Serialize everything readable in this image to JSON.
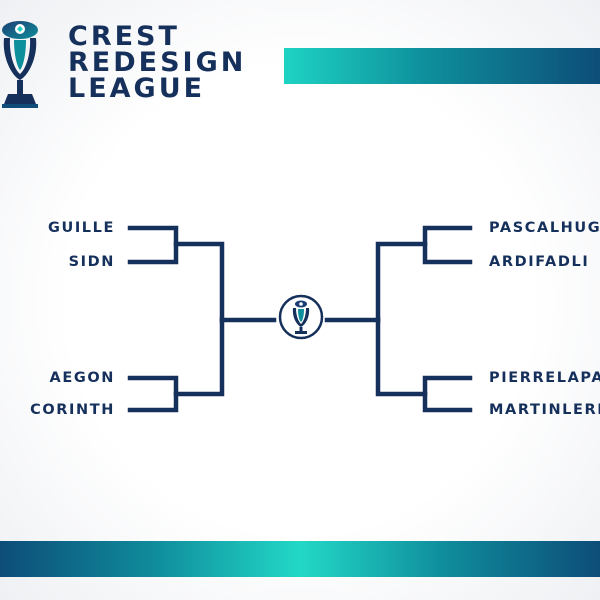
{
  "title": {
    "line1": "CREST",
    "line2": "REDESIGN",
    "line3": "LEAGUE"
  },
  "bracket": {
    "left": [
      "GUILLE",
      "SIDN",
      "AEGON",
      "CORINTH"
    ],
    "right": [
      "PASCALHUGE",
      "ARDIFADLI",
      "PIERRELAPALU",
      "MARTINLERIO"
    ]
  },
  "colors": {
    "navy": "#16305c",
    "teal": "#1ed3c3",
    "deep_blue": "#0d4d78"
  },
  "icons": {
    "logo": "trophy-icon",
    "center": "trophy-icon"
  }
}
